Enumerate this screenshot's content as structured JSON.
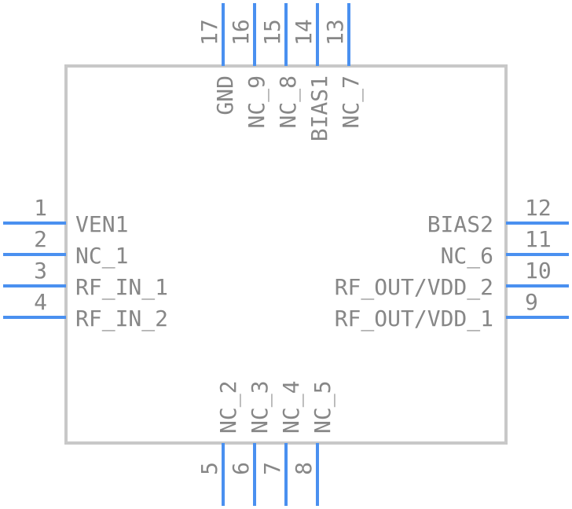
{
  "component": {
    "pins_left": [
      {
        "number": "1",
        "name": "VEN1"
      },
      {
        "number": "2",
        "name": "NC_1"
      },
      {
        "number": "3",
        "name": "RF_IN_1"
      },
      {
        "number": "4",
        "name": "RF_IN_2"
      }
    ],
    "pins_right": [
      {
        "number": "12",
        "name": "BIAS2"
      },
      {
        "number": "11",
        "name": "NC_6"
      },
      {
        "number": "10",
        "name": "RF_OUT/VDD_2"
      },
      {
        "number": "9",
        "name": "RF_OUT/VDD_1"
      }
    ],
    "pins_top": [
      {
        "number": "17",
        "name": "GND"
      },
      {
        "number": "16",
        "name": "NC_9"
      },
      {
        "number": "15",
        "name": "NC_8"
      },
      {
        "number": "14",
        "name": "BIAS1"
      },
      {
        "number": "13",
        "name": "NC_7"
      }
    ],
    "pins_bottom": [
      {
        "number": "5",
        "name": "NC_2"
      },
      {
        "number": "6",
        "name": "NC_3"
      },
      {
        "number": "7",
        "name": "NC_4"
      },
      {
        "number": "8",
        "name": "NC_5"
      }
    ]
  },
  "colors": {
    "pin_line": "#4a90f0",
    "body_outline": "#c8c8c8",
    "text": "#878787",
    "background": "#ffffff"
  }
}
